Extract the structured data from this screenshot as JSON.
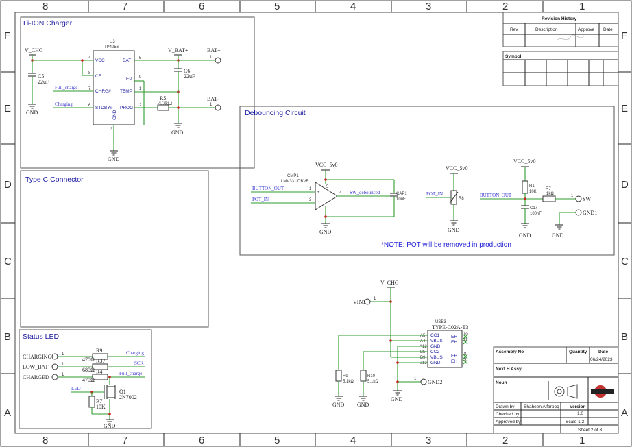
{
  "frame": {
    "columns": [
      "8",
      "7",
      "6",
      "5",
      "4",
      "3",
      "2",
      "1"
    ],
    "rows": [
      "F",
      "E",
      "D",
      "C",
      "B",
      "A"
    ]
  },
  "charger": {
    "title": "Li-ION Charger",
    "ic_ref": "U3",
    "ic_part": "TP4056",
    "pins_left": [
      "VCC",
      "CE",
      "CHRG#",
      "STDBY#"
    ],
    "pins_left_num": [
      "4",
      "8",
      "7",
      "6"
    ],
    "pins_right": [
      "BAT",
      "EP",
      "TEMP",
      "PROG"
    ],
    "pins_right_num": [
      "5",
      "9",
      "1",
      "2"
    ],
    "pin_gnd": "GND",
    "pin_gnd_num": "3",
    "vchg": "V_CHG",
    "vbat": "V_BAT+",
    "c5": "C5",
    "c5_val": "22uF",
    "c6": "C6",
    "c6_val": "22uF",
    "r5": "R5",
    "r5_val": "4.7kΩ",
    "net_full": "Full_charge",
    "net_chg": "Charging",
    "bat_pos": "BAT+",
    "bat_neg": "BAT-",
    "gnd": "GND"
  },
  "typec": {
    "title": "Type C Connector"
  },
  "status": {
    "title": "Status LED",
    "conn": [
      "CHARGING",
      "LOW_BAT",
      "CHARGED"
    ],
    "res_ref": [
      "R9",
      "R37",
      "R4"
    ],
    "res_val": [
      "470Ω",
      "680Ω",
      "470Ω"
    ],
    "nets": [
      "Charging",
      "SCK",
      "Full_charge"
    ],
    "q1": "Q1",
    "q1_part": "2N7002",
    "r7": "R7",
    "r7_val": "10K",
    "led_net": "LED",
    "gnd": "GND"
  },
  "debounce": {
    "title": "Debouncing Circuit",
    "vcc": "VCC_5v0",
    "opamp_ref": "CMP1",
    "opamp_part": "LMV331IDBVR",
    "net_btn": "BUTTON_OUT",
    "net_pot": "POT_IN",
    "net_sw": "SW_debounced",
    "cap1": "CAP1",
    "cap1_val": "10uF",
    "pot_net": "POT_IN",
    "pot_ref": "R8",
    "btn_net": "BUTTON_OUT",
    "r1": "R1",
    "r1_val": "10K",
    "r7": "R7",
    "r7_val": "1kΩ",
    "c17": "C17",
    "c17_val": "100nF",
    "sw": "SW",
    "gnd1": "GND1",
    "gnd": "GND",
    "note": "*NOTE: POT will be removed in production"
  },
  "usb": {
    "vchg": "V_CHG",
    "vin": "VIN1",
    "ref": "USB3",
    "part": "TYPE-C02A-T3",
    "pins_left": [
      "CC1",
      "VBUS",
      "GND",
      "CC2",
      "VBUS",
      "GND"
    ],
    "pins_left_num": [
      "A5",
      "A4",
      "A12",
      "B5",
      "B9",
      "B12"
    ],
    "pins_right": [
      "EH",
      "EH",
      "EH",
      "EH"
    ],
    "pins_right_num": [
      "10",
      "11",
      "8",
      "9"
    ],
    "r9": "R9",
    "r9_val": "5.1kΩ",
    "r10": "R10",
    "r10_val": "5.1kΩ",
    "gnd": "GND",
    "gnd2": "GND2"
  },
  "revision": {
    "title": "Revision History",
    "cols": [
      "Rev",
      "Description",
      "Approve",
      "Date"
    ]
  },
  "symbol": {
    "title": "Symbol"
  },
  "titleblock": {
    "assembly_no": "Assembly No",
    "quantity": "Quantity",
    "date_label": "Date",
    "date": "06/24/2023",
    "next_assy": "Next H Assy",
    "noun": "Noun :",
    "drawn_by_label": "Drawn by",
    "drawn_by": "Shaheen Alfarooq",
    "checked_label": "Checked by",
    "approved_label": "Approved by",
    "version_label": "Version",
    "version": "1.0",
    "scale": "Scale 1:2",
    "sheet": "Sheet 2 of 3"
  },
  "colors": {
    "wire": "#2d9a2d",
    "title": "#1a1aa0",
    "note": "#2323d6",
    "dot": "#cc2222"
  }
}
